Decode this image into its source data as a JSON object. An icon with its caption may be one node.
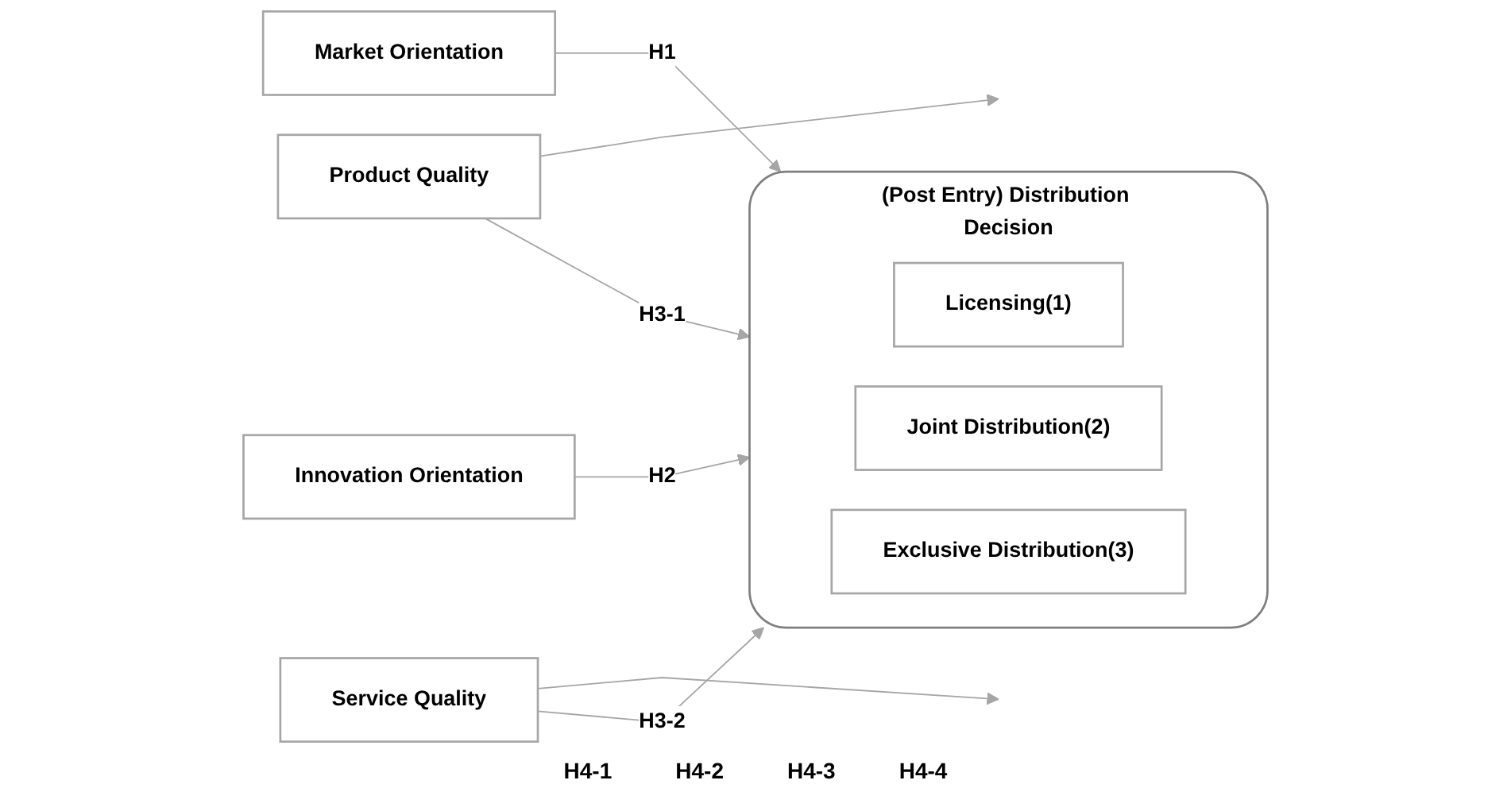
{
  "diagram": {
    "nodes": [
      {
        "text": [
          "Market Orientation"
        ]
      },
      {
        "text": [
          "Product Quality"
        ]
      },
      {
        "text": [
          "Service Quality"
        ]
      },
      {
        "text": [
          "Innovation Orientation"
        ]
      },
      {
        "text": [
          "(Post Entry) Distribution Decision"
        ]
      },
      {
        "text": [
          "Licensing(1)"
        ],
        "in": 4
      },
      {
        "text": [
          "Joint Distribution(2)"
        ],
        "in": 4
      },
      {
        "text": [
          "Exclusive Distribution(3)"
        ],
        "in": 4
      }
    ],
    "edges": [
      {
        "from": 0,
        "to": 4,
        "arrow": "to",
        "label": "H1"
      },
      {
        "from": 1,
        "to": null,
        "arrow": "to"
      },
      {
        "from": 1,
        "to": 4,
        "arrow": "to",
        "label": "H3-1"
      },
      {
        "from": 2,
        "to": 4,
        "arrow": "to",
        "label": "H3-2"
      },
      {
        "from": 2,
        "to": null,
        "arrow": "to"
      },
      {
        "from": 3,
        "to": 4,
        "arrow": "to",
        "label": "H2"
      }
    ],
    "labels": [
      "H4-1",
      "H4-2",
      "H4-3",
      "H4-4"
    ]
  }
}
